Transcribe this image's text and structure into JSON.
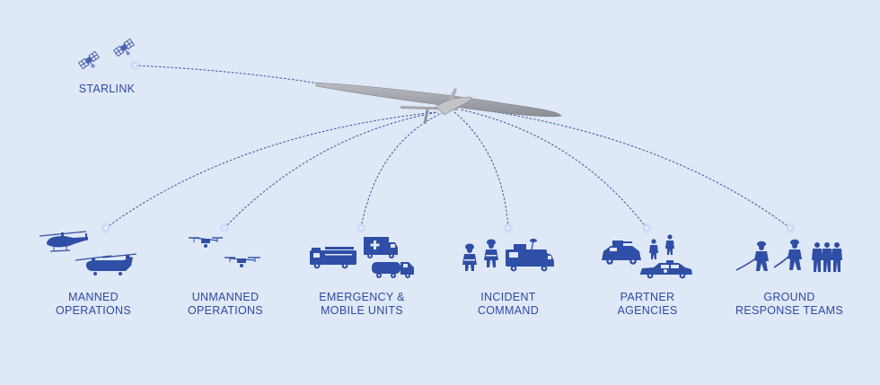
{
  "colors": {
    "background": "#dfe8f6",
    "icon": "#2f4fa6",
    "label": "#2e4aa3",
    "link_line": "#3552a8",
    "node_glow": "#9fb3ec",
    "aircraft": "#9a9ca3"
  },
  "aircraft": {
    "icon": "solar-uav-aircraft-icon"
  },
  "starlink": {
    "label": "STARLINK",
    "icons": [
      "satellite-icon",
      "satellite-icon"
    ]
  },
  "groups": [
    {
      "line1": "MANNED",
      "line2": "OPERATIONS",
      "icons": [
        "helicopter-icon",
        "chinook-helicopter-icon"
      ]
    },
    {
      "line1": "UNMANNED",
      "line2": "OPERATIONS",
      "icons": [
        "quadcopter-drone-icon",
        "quadcopter-drone-icon"
      ]
    },
    {
      "line1": "EMERGENCY &",
      "line2": "MOBILE UNITS",
      "icons": [
        "fire-truck-icon",
        "ambulance-icon",
        "tanker-truck-icon"
      ]
    },
    {
      "line1": "INCIDENT",
      "line2": "COMMAND",
      "icons": [
        "firefighter-icon",
        "firefighter-icon",
        "command-vehicle-icon"
      ]
    },
    {
      "line1": "PARTNER",
      "line2": "AGENCIES",
      "icons": [
        "armored-vehicle-icon",
        "soldier-icon",
        "police-car-icon"
      ]
    },
    {
      "line1": "GROUND",
      "line2": "RESPONSE TEAMS",
      "icons": [
        "firefighter-hose-icon",
        "soldier-group-icon"
      ]
    }
  ]
}
